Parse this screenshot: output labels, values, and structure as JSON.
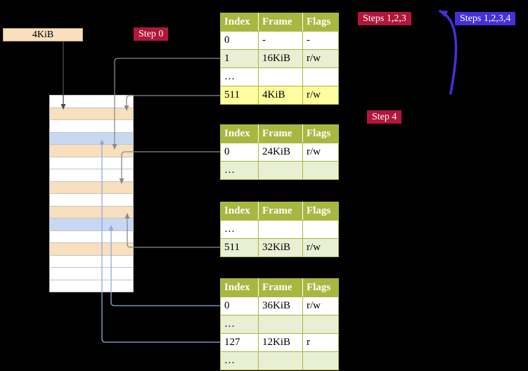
{
  "colors": {
    "background": "#000000",
    "crimson": "#B2163B",
    "violet": "#4630DB",
    "table_header": "#A8B740",
    "row_alt": "#E9EFD2",
    "row_highlight": "#FEFE9E",
    "mem_wheat": "#F8DFBD",
    "mem_blue": "#C8D8F2",
    "arrow_gray": "#8A8A8A",
    "arrow_blue": "#8FAADC",
    "arrow_dark": "#4D4D4D"
  },
  "annotations": {
    "frame_box": "4KiB",
    "step0": "Step 0",
    "steps123": "Steps 1,2,3",
    "steps1234": "Steps 1,2,3,4",
    "step4": "Step 4"
  },
  "page_tables": [
    {
      "id": "table-at-4kib",
      "headers": [
        "Index",
        "Frame",
        "Flags"
      ],
      "rows": [
        {
          "index": "0",
          "frame": "-",
          "flags": "-"
        },
        {
          "index": "1",
          "frame": "16KiB",
          "flags": "r/w"
        },
        {
          "index": "…",
          "frame": "",
          "flags": ""
        },
        {
          "index": "511",
          "frame": "4KiB",
          "flags": "r/w"
        }
      ]
    },
    {
      "id": "table-at-16kib",
      "headers": [
        "Index",
        "Frame",
        "Flags"
      ],
      "rows": [
        {
          "index": "0",
          "frame": "24KiB",
          "flags": "r/w"
        },
        {
          "index": "…",
          "frame": "",
          "flags": ""
        }
      ]
    },
    {
      "id": "table-at-24kib",
      "headers": [
        "Index",
        "Frame",
        "Flags"
      ],
      "rows": [
        {
          "index": "…",
          "frame": "",
          "flags": ""
        },
        {
          "index": "511",
          "frame": "32KiB",
          "flags": "r/w"
        }
      ]
    },
    {
      "id": "table-at-32kib",
      "headers": [
        "Index",
        "Frame",
        "Flags"
      ],
      "rows": [
        {
          "index": "0",
          "frame": "36KiB",
          "flags": "r/w"
        },
        {
          "index": "…",
          "frame": "",
          "flags": ""
        },
        {
          "index": "127",
          "frame": "12KiB",
          "flags": "r"
        },
        {
          "index": "…",
          "frame": "",
          "flags": ""
        }
      ]
    }
  ],
  "memory_stack": {
    "rows": [
      "plain",
      "table",
      "plain",
      "mapped",
      "table",
      "plain",
      "plain",
      "table",
      "plain",
      "table",
      "mapped",
      "plain",
      "table",
      "plain",
      "plain",
      "plain"
    ]
  }
}
